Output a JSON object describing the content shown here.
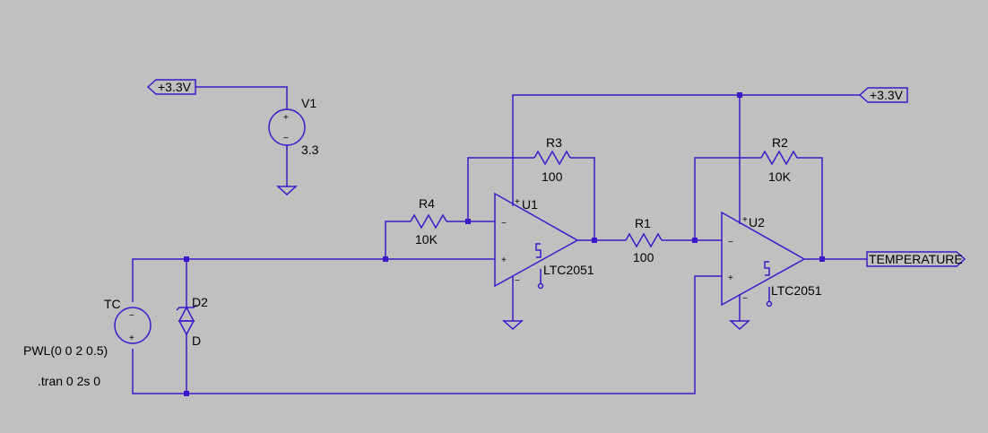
{
  "net_labels": {
    "v1_supply": "+3.3V",
    "opamp_supply": "+3.3V",
    "output": "TEMPERATURE"
  },
  "v1": {
    "name": "V1",
    "value": "3.3"
  },
  "tc": {
    "name": "TC",
    "value": "PWL(0 0 2 0.5)"
  },
  "d2": {
    "name": "D2",
    "value": "D"
  },
  "r4": {
    "name": "R4",
    "value": "10K"
  },
  "r3": {
    "name": "R3",
    "value": "100"
  },
  "r1": {
    "name": "R1",
    "value": "100"
  },
  "r2": {
    "name": "R2",
    "value": "10K"
  },
  "u1": {
    "name": "U1",
    "value": "LTC2051"
  },
  "u2": {
    "name": "U2",
    "value": "LTC2051"
  },
  "directive": ".tran 0 2s 0",
  "symbols": {
    "plus": "+",
    "minus": "−"
  },
  "colors": {
    "background": "#c0c0c0",
    "wire": "#3c19c8",
    "text": "#000000"
  }
}
